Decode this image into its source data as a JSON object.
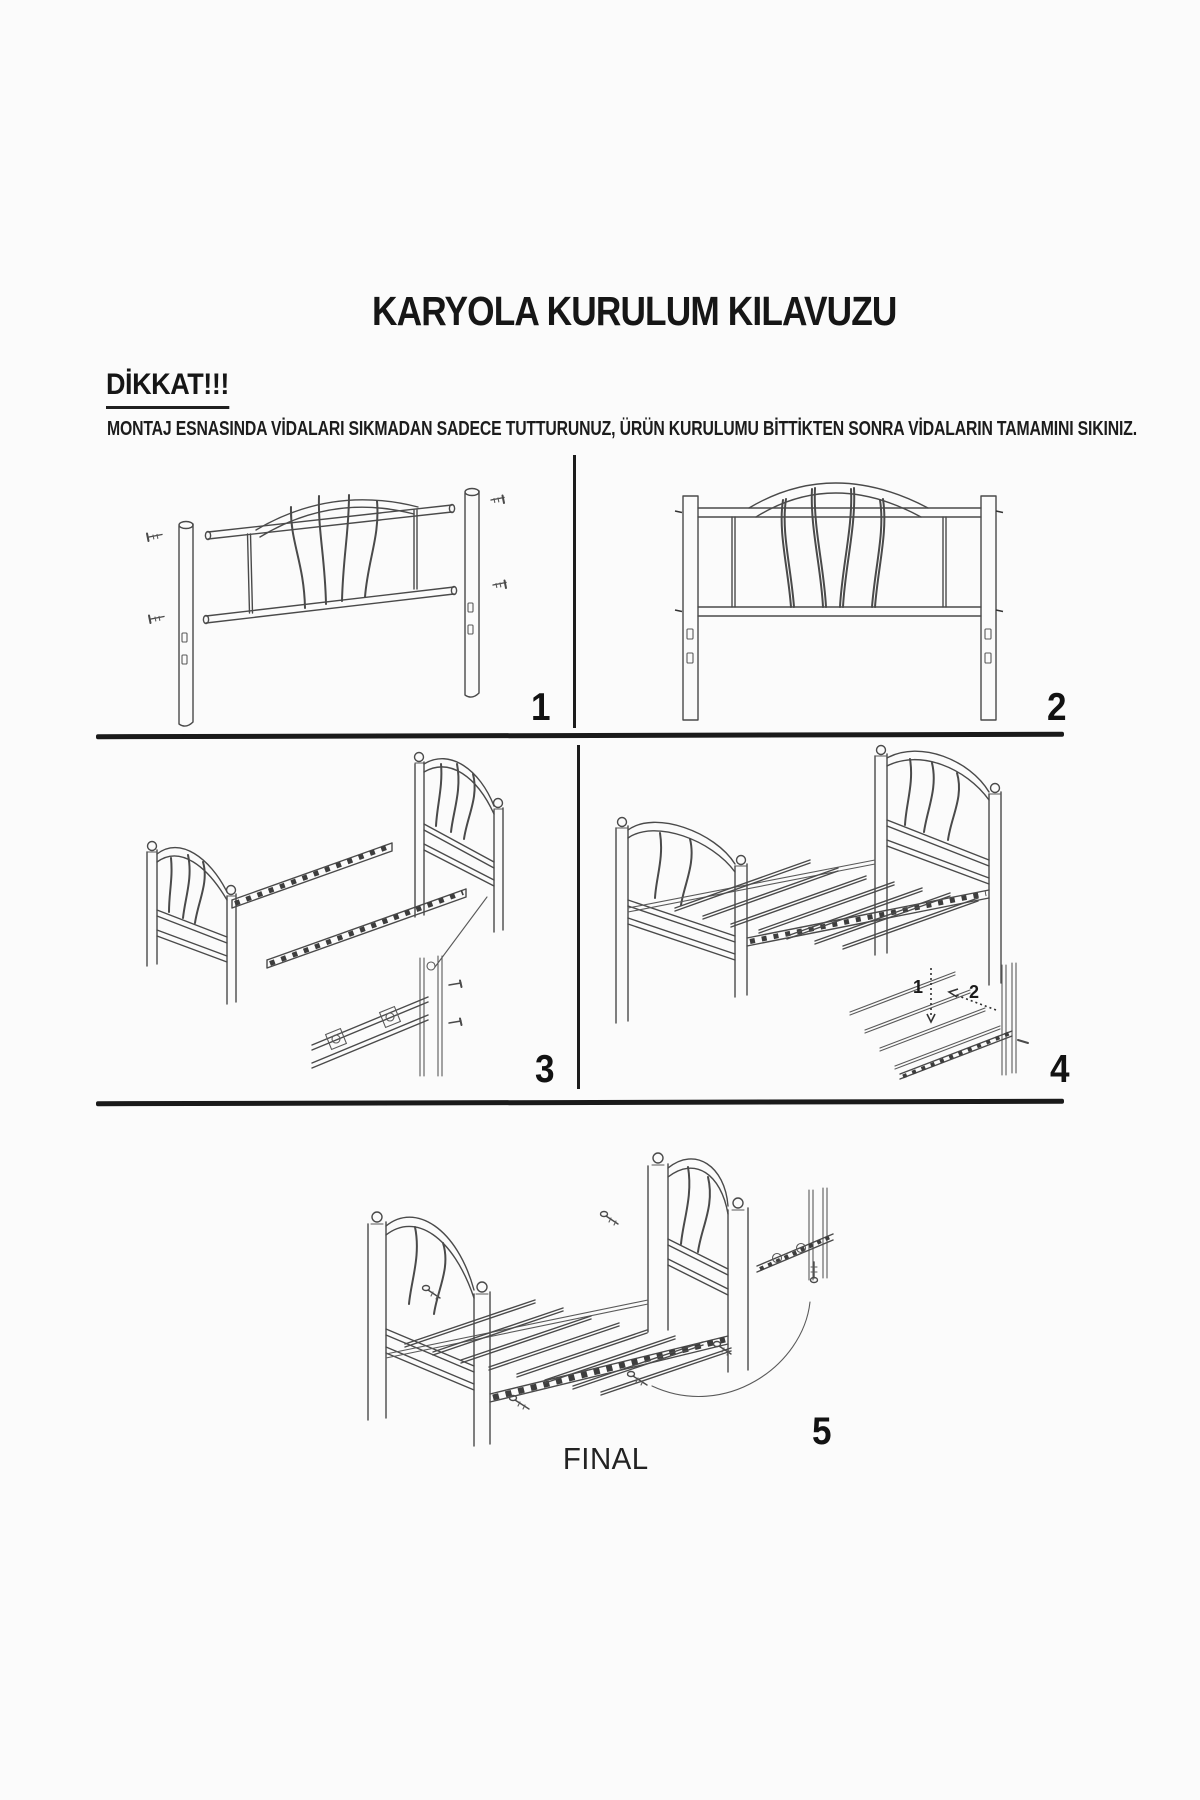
{
  "page": {
    "title": "KARYOLA KURULUM KILAVUZU",
    "warning_heading": "DİKKAT!!!",
    "warning_text": "MONTAJ ESNASINDA VİDALARI SIKMADAN SADECE TUTTURUNUZ, ÜRÜN KURULUMU BİTTİKTEN SONRA VİDALARIN TAMAMINI SIKINIZ.",
    "final_label": "FINAL"
  },
  "steps": [
    {
      "number": "1"
    },
    {
      "number": "2"
    },
    {
      "number": "3"
    },
    {
      "number": "4"
    },
    {
      "number": "5"
    }
  ],
  "step4_inset": {
    "label_1": "1",
    "label_2": "2"
  },
  "colors": {
    "ink": "#1a1a1a",
    "line": "#4a4a4a",
    "background": "#fbfbfb"
  }
}
